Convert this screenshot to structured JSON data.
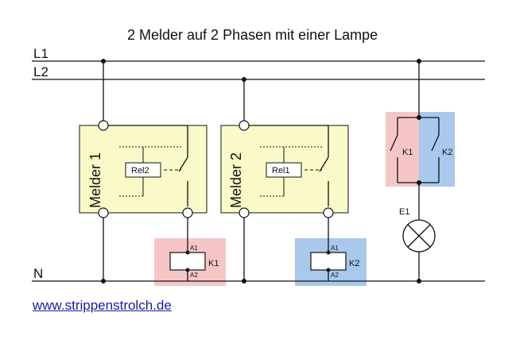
{
  "title": "2 Melder auf 2 Phasen mit einer Lampe",
  "rails": {
    "l1": "L1",
    "l2": "L2",
    "n": "N"
  },
  "melder1": {
    "label": "Melder 1",
    "relay": "Rel2"
  },
  "melder2": {
    "label": "Melder 2",
    "relay": "Rel1"
  },
  "coil1": {
    "name": "K1",
    "a1": "A1",
    "a2": "A2"
  },
  "coil2": {
    "name": "K2",
    "a1": "A1",
    "a2": "A2"
  },
  "contacts": {
    "k1": "K1",
    "k2": "K2"
  },
  "lamp": {
    "label": "E1"
  },
  "website": "www.strippenstrolch.de",
  "colors": {
    "melder_fill": "#fafac8",
    "k1_fill": "#f6c6c6",
    "k2_fill": "#a8c8ec",
    "link": "#1a1aa6"
  }
}
